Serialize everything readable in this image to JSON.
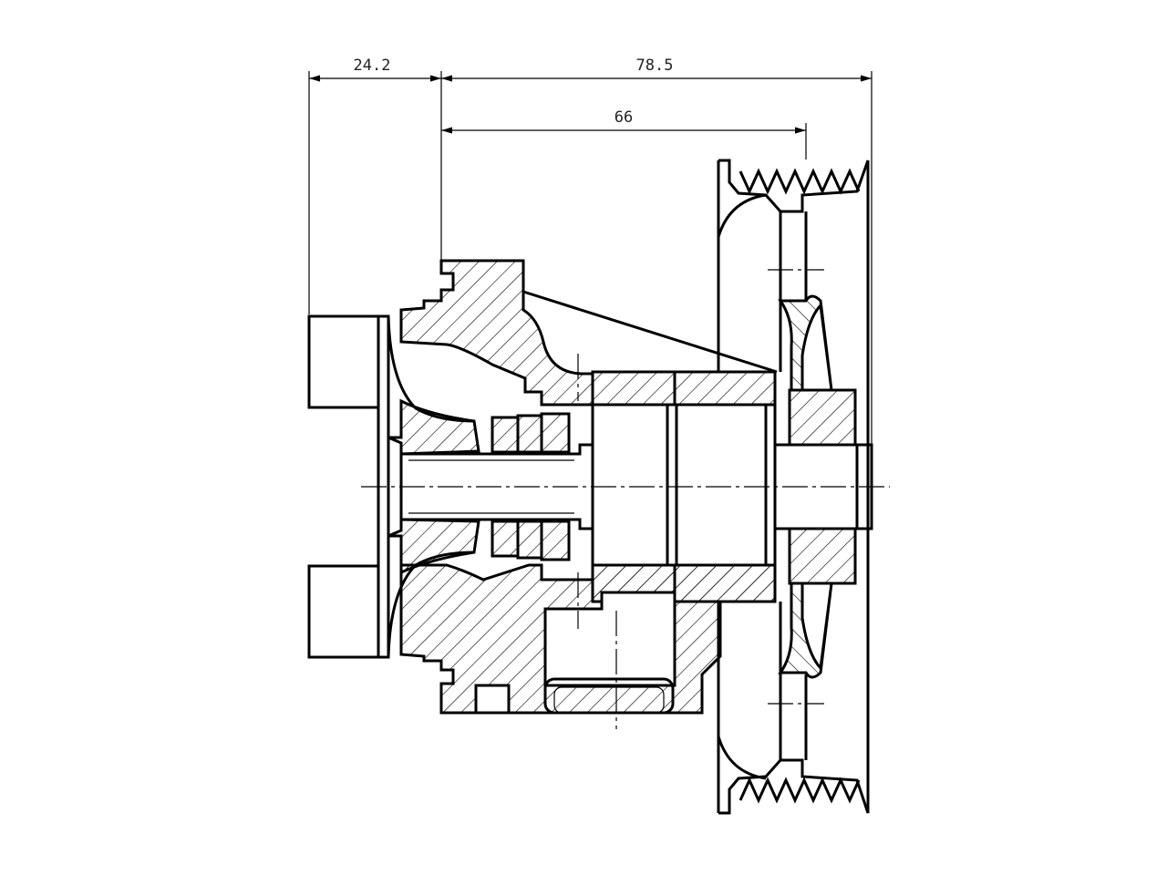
{
  "drawing": {
    "dimensions": {
      "left_width": "24.2",
      "overall_length": "78.5",
      "pulley_offset": "66"
    }
  }
}
